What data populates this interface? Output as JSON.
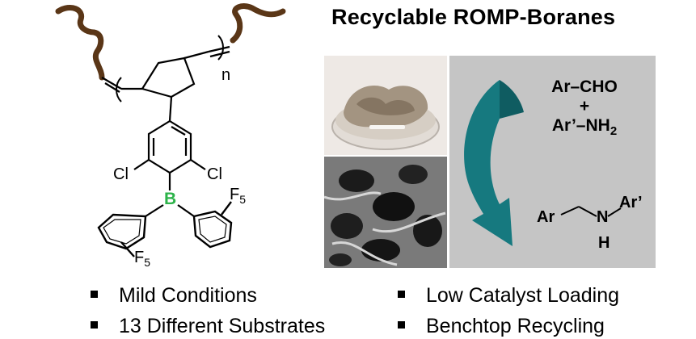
{
  "title": "Recyclable ROMP-Boranes",
  "structure": {
    "repeat_label": "n",
    "cl_left": "Cl",
    "cl_right": "Cl",
    "boron": "B",
    "f5_top": "F",
    "f5_top_sub": "5",
    "f5_bottom": "F",
    "f5_bottom_sub": "5"
  },
  "reaction": {
    "reactant1": "Ar–CHO",
    "plus": "+",
    "reactant2_main": "Ar’–NH",
    "reactant2_sub": "2",
    "product_ar": "Ar",
    "product_n": "N",
    "product_h": "H",
    "product_ar_prime": "Ar’"
  },
  "bullets": [
    {
      "text": "Mild Conditions"
    },
    {
      "text": "13 Different Substrates"
    },
    {
      "text": "Low Catalyst Loading"
    },
    {
      "text": "Benchtop Recycling"
    }
  ],
  "colors": {
    "polymer_tail": "#5a3617",
    "boron": "#2db34a",
    "arrow": "#16797f",
    "panel_gray": "#c5c5c5"
  }
}
